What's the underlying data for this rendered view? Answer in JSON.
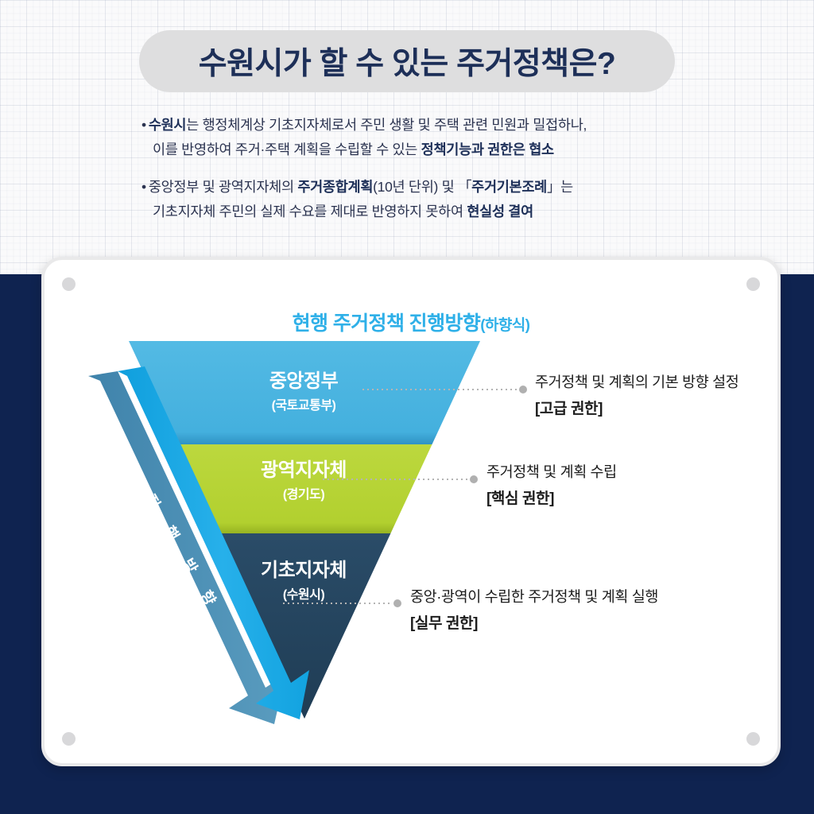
{
  "page": {
    "title": "수원시가 할 수 있는 주거정책은?",
    "colors": {
      "navy_background": "#0f2350",
      "title_pill": "#dededf",
      "title_text": "#1d2f58",
      "heading_cyan": "#2fb0e8",
      "band_central": "#4bb4e0",
      "band_metro": "#b5d334",
      "band_basic": "#24455f",
      "arrow_front": "#1ba9e8",
      "arrow_side": "#4a8fb5"
    }
  },
  "bullets": [
    {
      "marker": "•",
      "line1": [
        {
          "text": "수원시",
          "bold": true
        },
        {
          "text": "는 행정체계상 기초지자체로서 주민 생활 및 주택 관련 민원과 밀접하나,",
          "bold": false
        }
      ],
      "line2": [
        {
          "text": "이를 반영하여 주거·주택 계획을 수립할 수 있는 ",
          "bold": false
        },
        {
          "text": "정책기능과 권한은 협소",
          "bold": true
        }
      ]
    },
    {
      "marker": "•",
      "line1": [
        {
          "text": "중앙정부 및 광역지자체의 ",
          "bold": false
        },
        {
          "text": "주거종합계획",
          "bold": true
        },
        {
          "text": "(10년 단위) 및 「",
          "bold": false
        },
        {
          "text": "주거기본조례",
          "bold": true
        },
        {
          "text": "」는",
          "bold": false
        }
      ],
      "line2": [
        {
          "text": "기초지자체 주민의 실제 수요를 제대로 반영하지 못하여 ",
          "bold": false
        },
        {
          "text": "현실성 결여",
          "bold": true
        }
      ]
    }
  ],
  "chart_data": {
    "type": "diagram",
    "title_main": "현행 주거정책 진행방향",
    "title_sub": "(하향식)",
    "shape": "inverted-triangle-funnel",
    "direction_arrow_label": "진 행 방 향",
    "direction_arrow_chars": [
      "진",
      "행",
      "방",
      "향"
    ],
    "levels": [
      {
        "name": "중앙정부",
        "sub": "(국토교통부)",
        "color": "#4bb4e0",
        "annotation_line1": "주거정책 및 계획의 기본 방향 설정",
        "annotation_line2": "[고급 권한]"
      },
      {
        "name": "광역지자체",
        "sub": "(경기도)",
        "color": "#b5d334",
        "annotation_line1": "주거정책 및 계획 수립",
        "annotation_line2": "[핵심 권한]"
      },
      {
        "name": "기초지자체",
        "sub": "(수원시)",
        "color": "#24455f",
        "annotation_line1": "중앙·광역이 수립한 주거정책 및 계획 실행",
        "annotation_line2": "[실무 권한]"
      }
    ]
  }
}
